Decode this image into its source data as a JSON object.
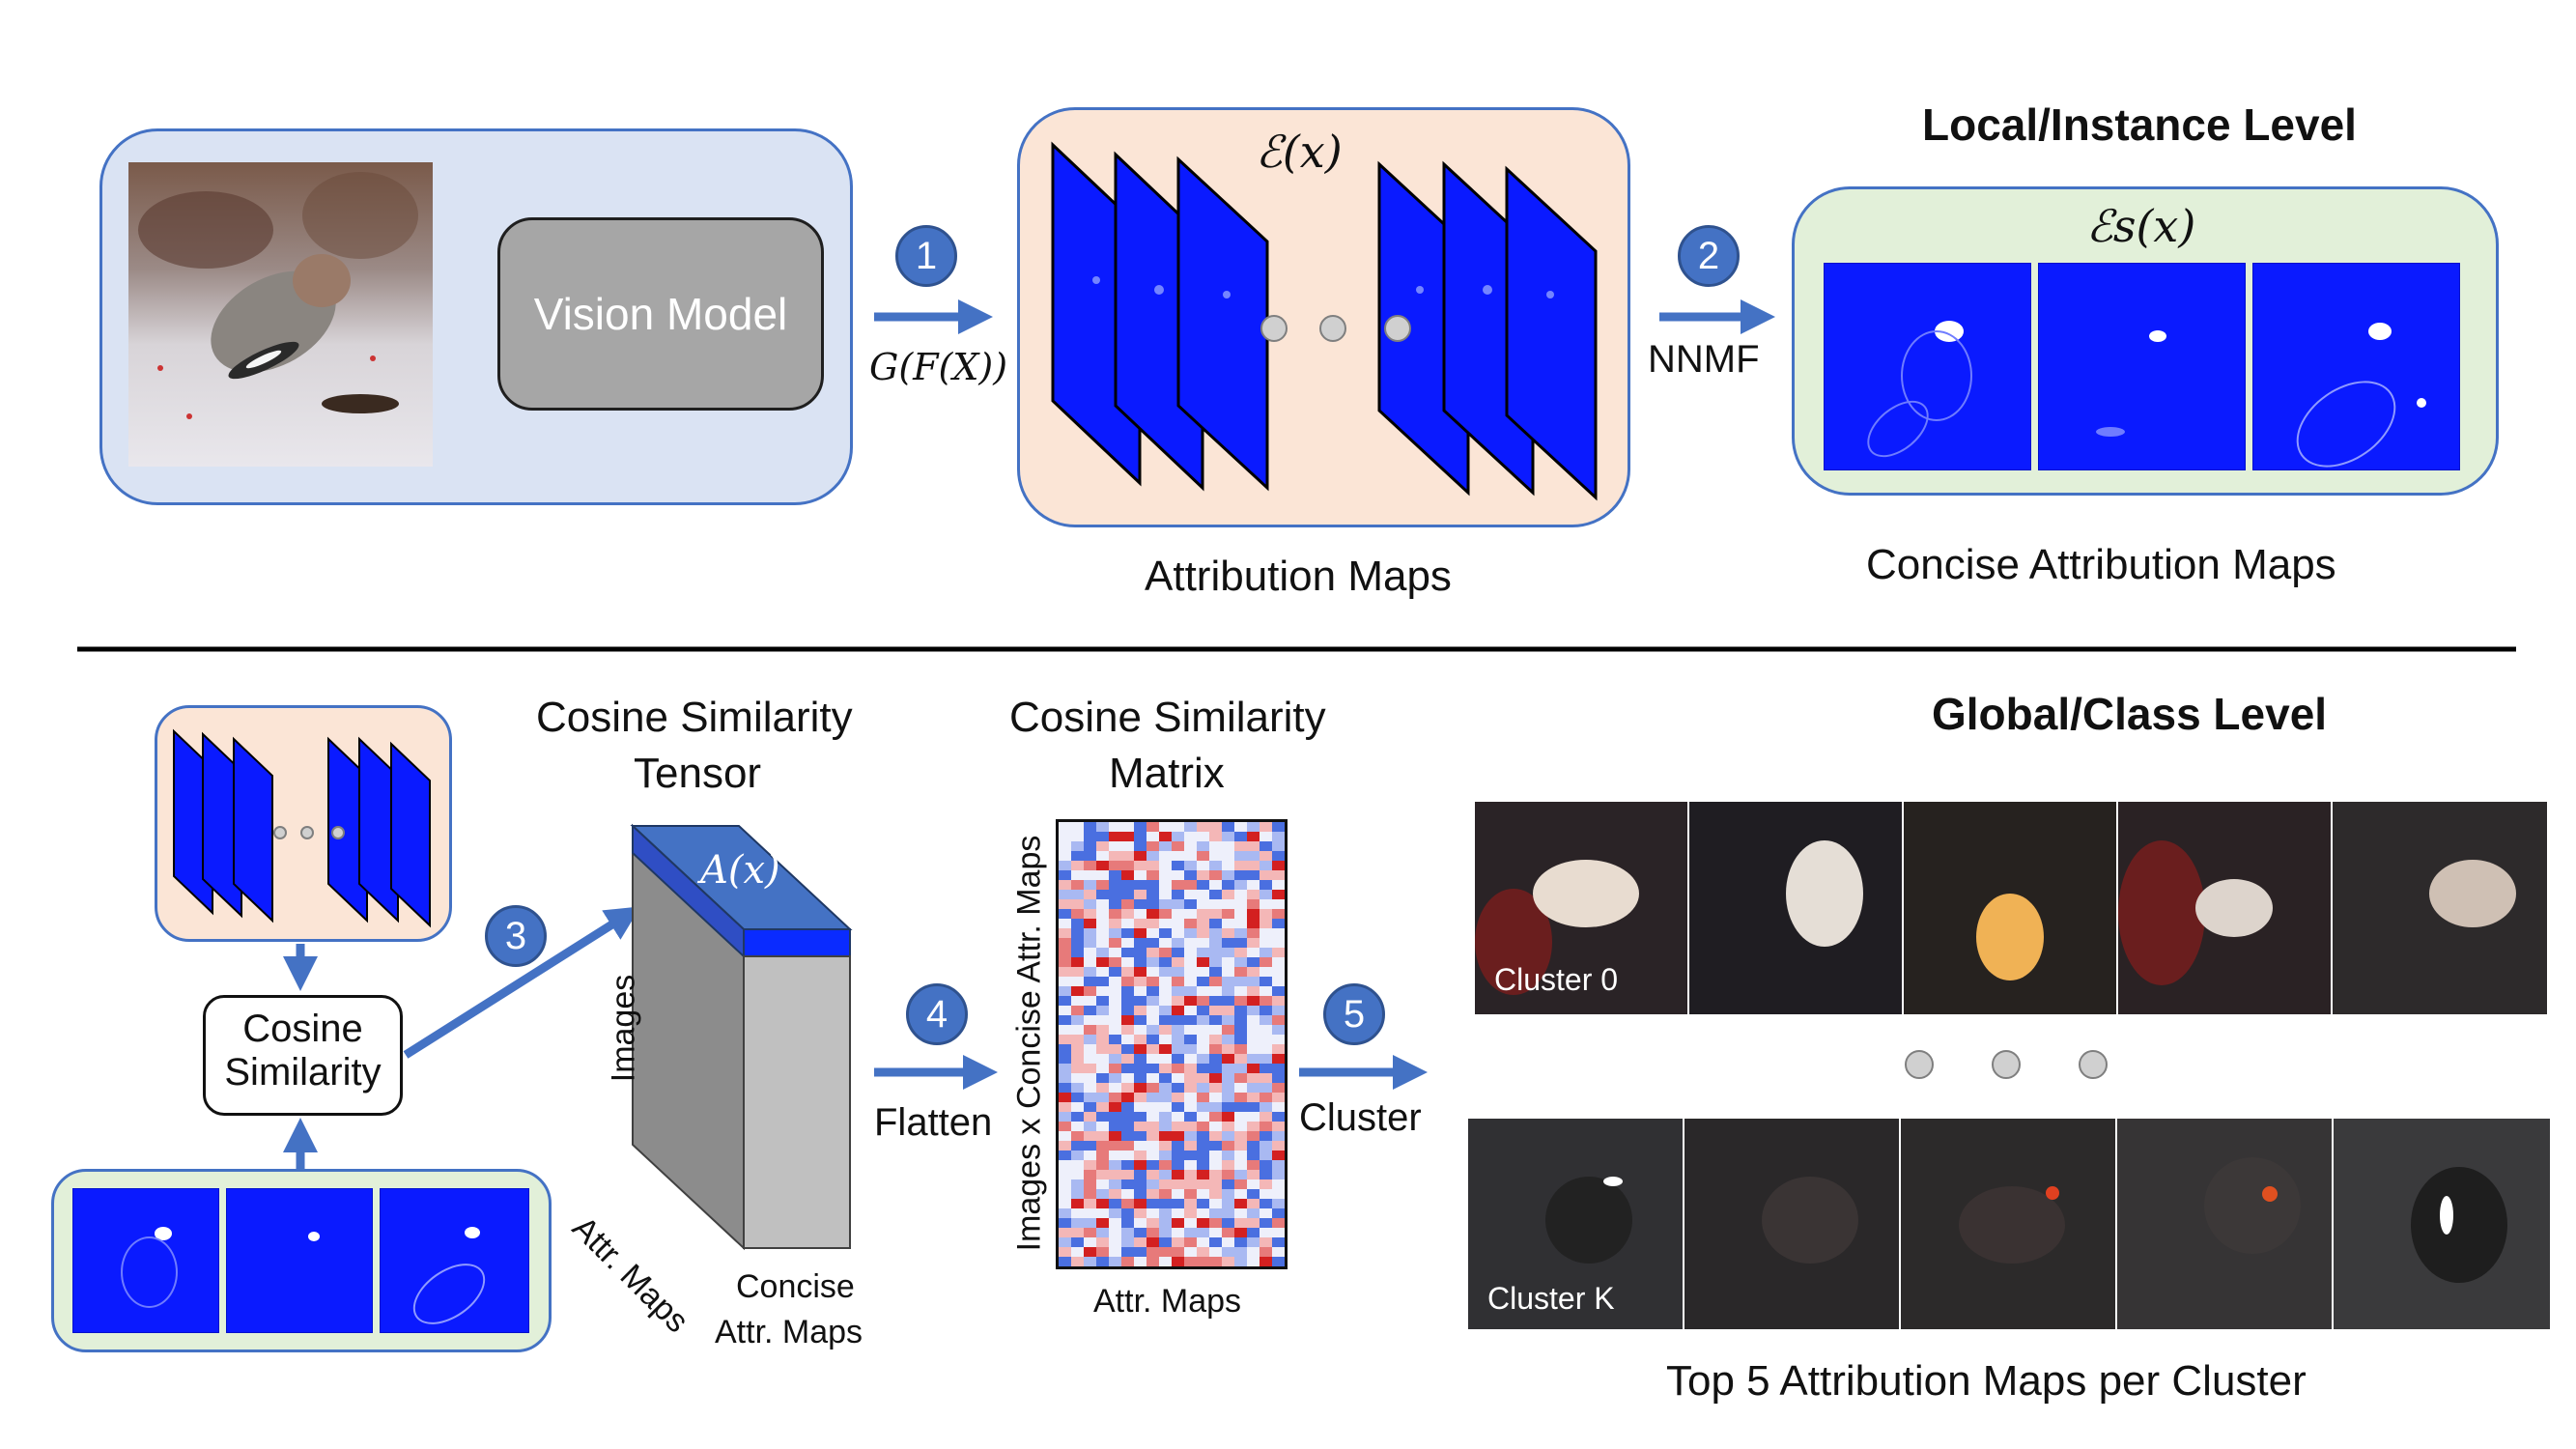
{
  "top": {
    "model_label": "Vision Model",
    "step1": "1",
    "step1_formula": "G(F(X))",
    "attr_title": "ℰ(x)",
    "attr_caption": "Attribution Maps",
    "step2": "2",
    "step2_label": "NNMF",
    "local_title": "Local/Instance Level",
    "concise_title": "ℰs(x)",
    "concise_caption": "Concise Attribution Maps"
  },
  "bottom": {
    "cos_label_1": "Cosine",
    "cos_label_2": "Similarity",
    "step3": "3",
    "tensor_title_1": "Cosine Similarity",
    "tensor_title_2": "Tensor",
    "tensor_face": "A(x)",
    "tensor_axis_images": "Images",
    "tensor_axis_maps": "Attr. Maps",
    "tensor_axis_concise_1": "Concise",
    "tensor_axis_concise_2": "Attr. Maps",
    "step4": "4",
    "step4_label": "Flatten",
    "matrix_title_1": "Cosine Similarity",
    "matrix_title_2": "Matrix",
    "matrix_ylabel": "Images x Concise Attr. Maps",
    "matrix_xlabel": "Attr. Maps",
    "step5": "5",
    "step5_label": "Cluster",
    "global_title": "Global/Class Level",
    "cluster_0": "Cluster 0",
    "cluster_k": "Cluster K",
    "caption": "Top 5 Attribution Maps per Cluster"
  },
  "colors": {
    "accent": "#4472c4",
    "attr_panel": "#fbe5d6",
    "input_panel": "#dae3f3",
    "concise_panel": "#e2f0d9",
    "map_blue": "#0a1aff",
    "model_gray": "#a6a6a6"
  }
}
